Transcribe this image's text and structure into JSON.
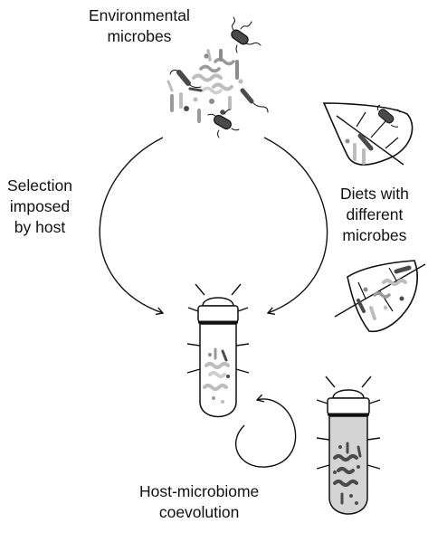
{
  "labels": {
    "environmental_microbes": [
      "Environmental",
      "microbes"
    ],
    "selection": [
      "Selection",
      "imposed",
      "by host"
    ],
    "diets": [
      "Diets with",
      "different",
      "microbes"
    ],
    "coevolution": [
      "Host-microbiome",
      "coevolution"
    ]
  },
  "colors": {
    "outline": "#111111",
    "microbe_dark": "#4a4a4a",
    "microbe_mid": "#8c8c8c",
    "microbe_light": "#bdbdbd",
    "gut_fill_coevolved": "#d4d4d4"
  },
  "icons": [
    "bacteria-cluster-icon",
    "leaf-icon",
    "beetle-icon",
    "cycle-arrow-icon"
  ]
}
